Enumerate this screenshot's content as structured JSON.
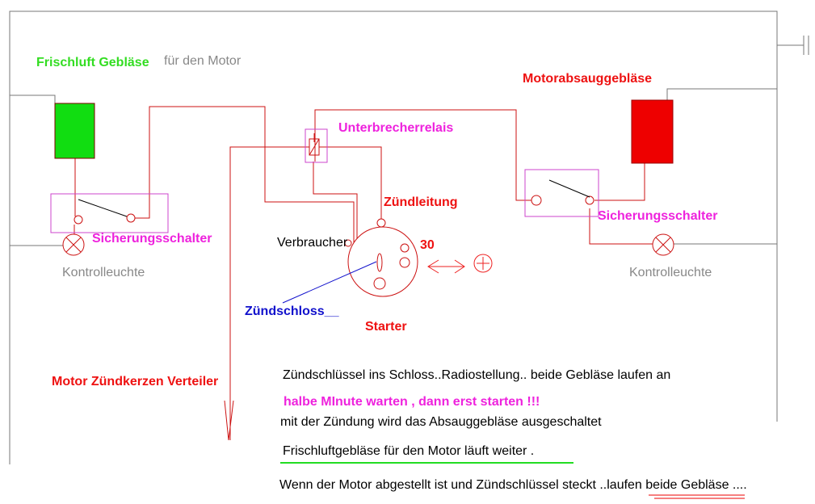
{
  "labels": {
    "frischluft_geblaese": "Frischluft Gebläse",
    "fuer_den_motor": "für den Motor",
    "motorabsauggeblaese": "Motorabsauggebläse",
    "unterbrecherrelais": "Unterbrecherrelais",
    "zuendleitung": "Zündleitung",
    "sicherungsschalter_left": "Sicherungsschalter",
    "sicherungsschalter_right": "Sicherungsschalter",
    "kontrollleuchte_left": "Kontrolleuchte",
    "kontrollleuchte_right": "Kontrolleuchte",
    "verbraucher": "Verbraucher",
    "terminal_30": "30",
    "zuendschloss": "Zündschloss__",
    "starter": "Starter",
    "motor_zuendkerzen_verteiler": "Motor Zündkerzen Verteiler"
  },
  "notes": {
    "line1": "Zündschlüssel ins Schloss..Radiostellung.. beide Gebläse laufen an",
    "line2": "halbe MInute warten , dann erst starten !!!",
    "line3": "mit der Zündung wird das Absauggebläse  ausgeschaltet",
    "line4": "Frischluftgebläse für den Motor läuft weiter .",
    "line5a": "Wenn der Motor abgestellt ist und Zündschlüssel steckt ..",
    "line5b": "laufen beide Gebläse ...."
  },
  "colors": {
    "wire": "#cc1111",
    "frame": "#777777",
    "fresh_air_fan": "#11dd11",
    "exhaust_fan": "#ee0000",
    "switch_box": "#cc44cc",
    "green_underline": "#22dd22"
  }
}
